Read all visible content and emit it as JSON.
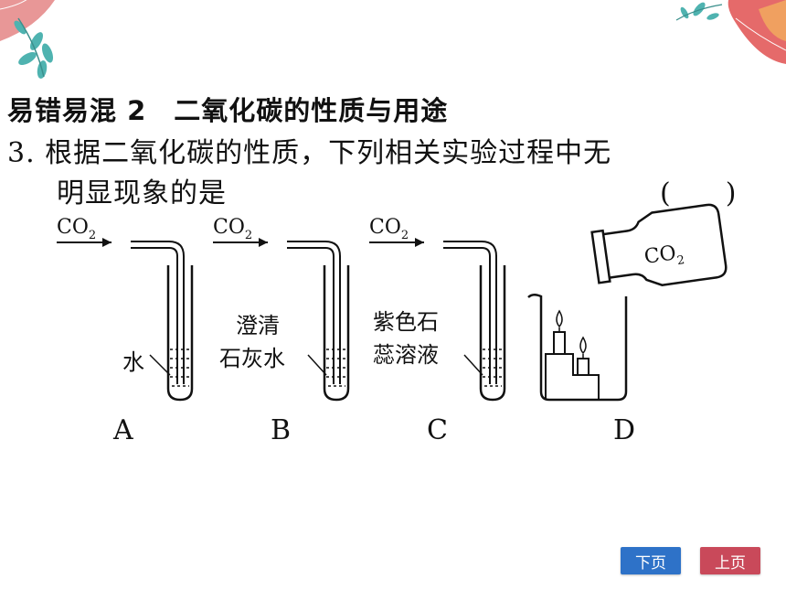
{
  "heading": "易错易混 2　二氧化碳的性质与用途",
  "question": {
    "line1": "3. 根据二氧化碳的性质，下列相关实验过程中无",
    "line2": "明显现象的是",
    "answer_blank": "(　　)"
  },
  "diagram": {
    "gas": "CO",
    "gas_sub": "2",
    "tube_a_liquid": "水",
    "tube_b_liquid_1": "澄清",
    "tube_b_liquid_2": "石灰水",
    "tube_c_liquid_1": "紫色石",
    "tube_c_liquid_2": "蕊溶液",
    "options": [
      "A",
      "B",
      "C",
      "D"
    ]
  },
  "nav": {
    "next_label": "下页",
    "prev_label": "上页"
  },
  "colors": {
    "next_button": "#2e72c8",
    "prev_button": "#c9495a"
  },
  "icons": [
    "leaf-decoration-left",
    "leaf-decoration-right"
  ]
}
